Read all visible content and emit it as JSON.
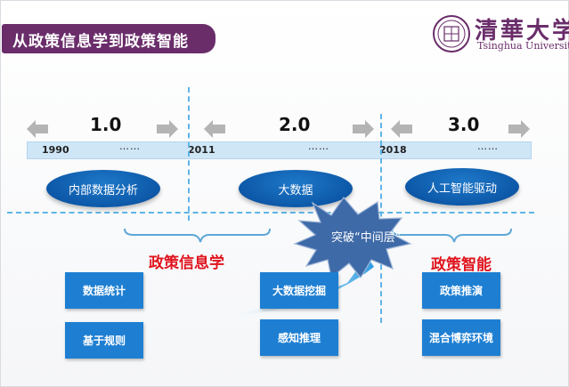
{
  "title": "从政策信息学到政策智能",
  "logo": {
    "cn": "清華大学",
    "en": "Tsinghua University"
  },
  "eras": [
    "1.0",
    "2.0",
    "3.0"
  ],
  "years": [
    "1990",
    "2011",
    "2018"
  ],
  "ellipsis": "……",
  "ovals": [
    "内部数据分析",
    "大数据",
    "人工智能驱动"
  ],
  "burst_label": "突破“中间层”",
  "labels": {
    "informatics": "政策信息学",
    "intelligence": "政策智能"
  },
  "boxes": {
    "left": [
      "数据统计",
      "基于规则"
    ],
    "middle": [
      "大数据挖掘",
      "感知推理"
    ],
    "right": [
      "政策推演",
      "混合博弈环境"
    ]
  },
  "colors": {
    "banner": "#6a2d6a",
    "oval": "#0d58a8",
    "box": "#1e7fd2",
    "accent_red": "#e0141e",
    "dashed": "#5fb4e6",
    "burst": "#3f6aa8"
  }
}
